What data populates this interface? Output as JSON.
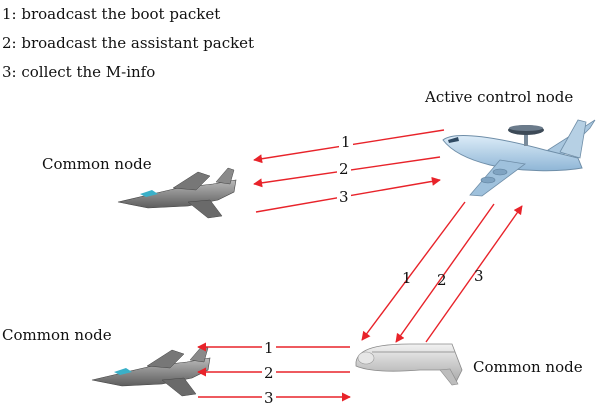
{
  "legend": [
    {
      "num": "1",
      "text": "1: broadcast the boot packet"
    },
    {
      "num": "2",
      "text": "2: broadcast the assistant packet"
    },
    {
      "num": "3",
      "text": "3: collect the M-info"
    }
  ],
  "nodes": {
    "active_control": {
      "label": "Active control node",
      "icon": "awacs-aircraft-icon"
    },
    "common_top_left": {
      "label": "Common node",
      "icon": "fighter-jet-icon"
    },
    "common_bottom_left": {
      "label": "Common node",
      "icon": "fighter-jet-icon"
    },
    "common_bottom_right": {
      "label": "Common node",
      "icon": "drone-icon"
    }
  },
  "arrow_numbers": {
    "top_1": "1",
    "top_2": "2",
    "top_3": "3",
    "diag_1": "1",
    "diag_2": "2",
    "diag_3": "3",
    "bottom_1": "1",
    "bottom_2": "2",
    "bottom_3": "3"
  },
  "colors": {
    "arrow": "#e8232a",
    "text": "#111111"
  }
}
